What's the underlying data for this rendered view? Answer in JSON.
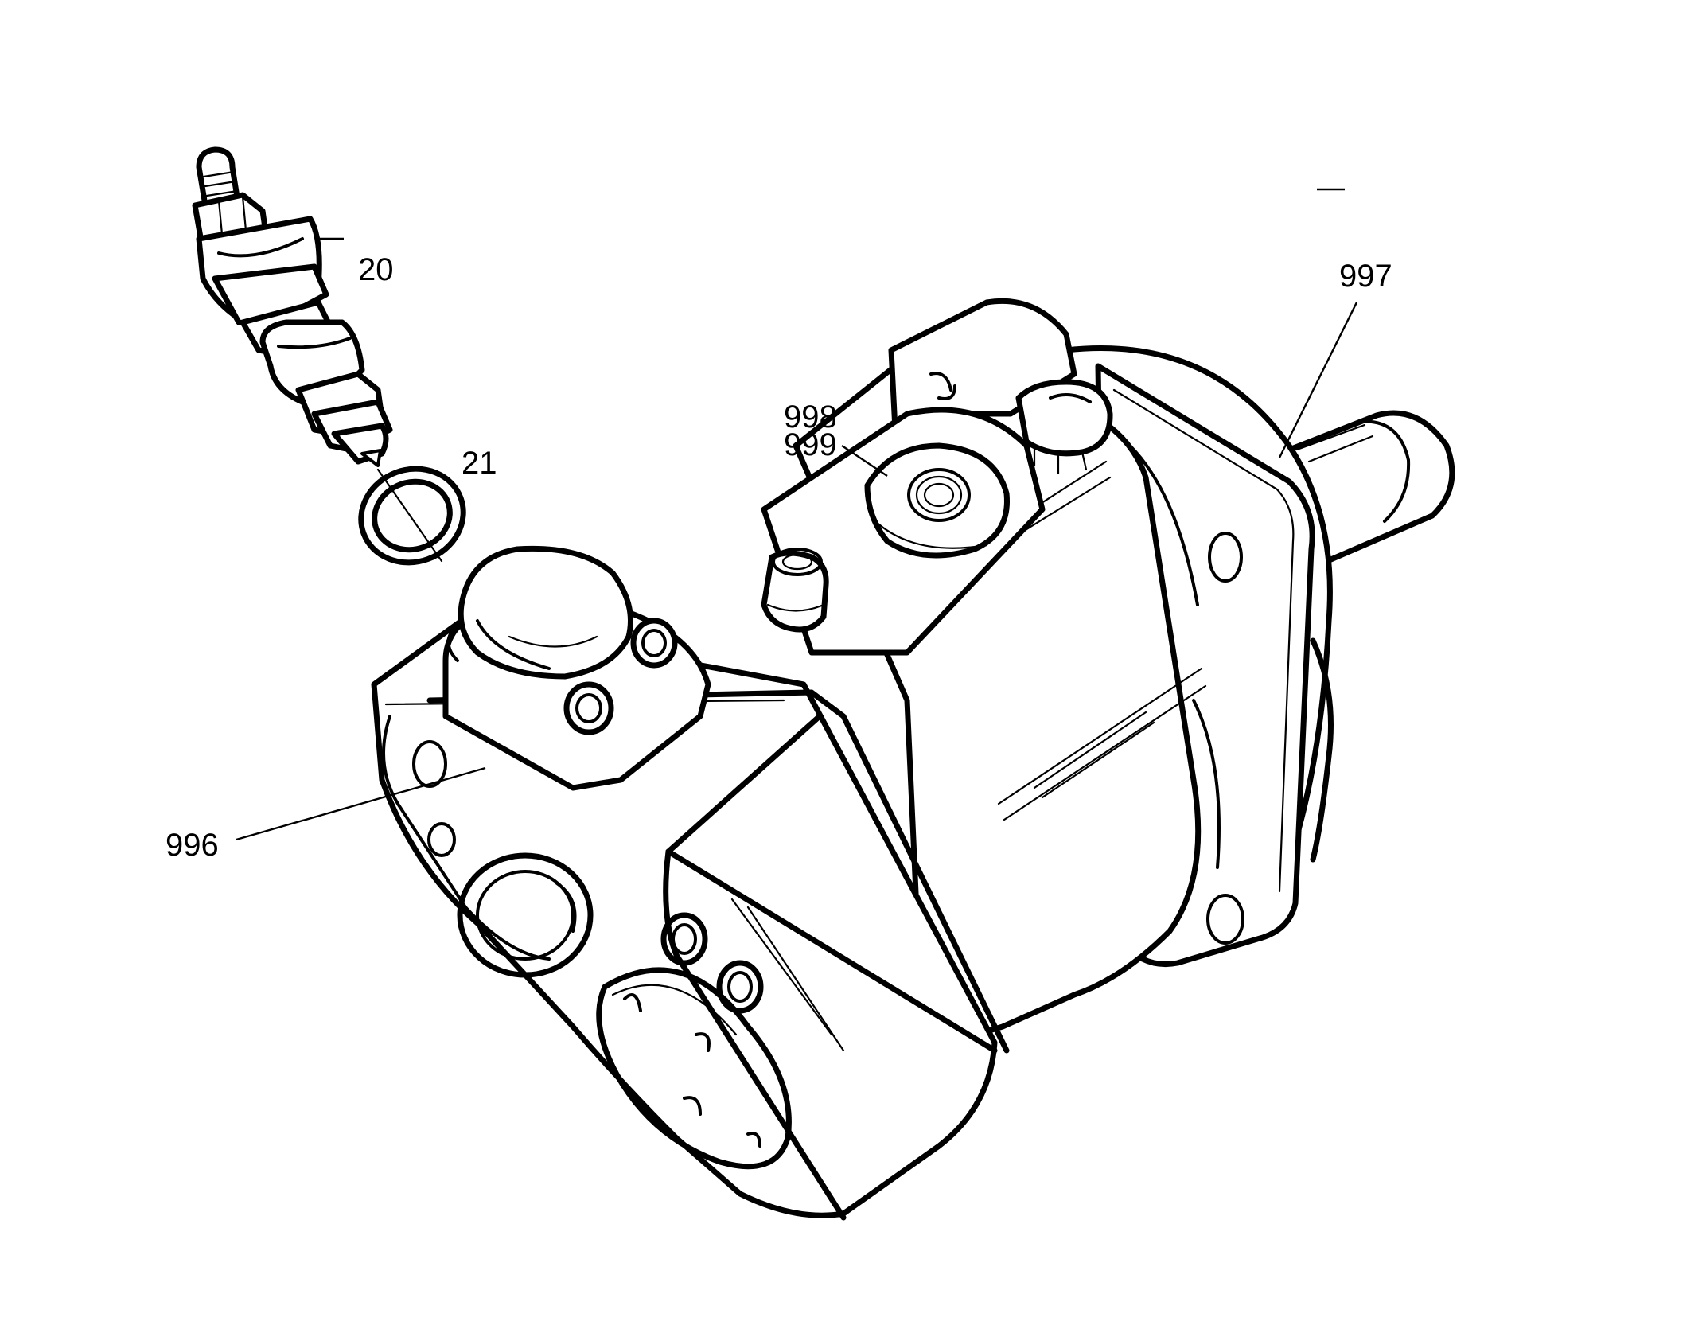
{
  "callouts": {
    "c20": "20",
    "c21": "21",
    "c996": "996",
    "c997": "997",
    "c998": "998",
    "c999": "999"
  }
}
